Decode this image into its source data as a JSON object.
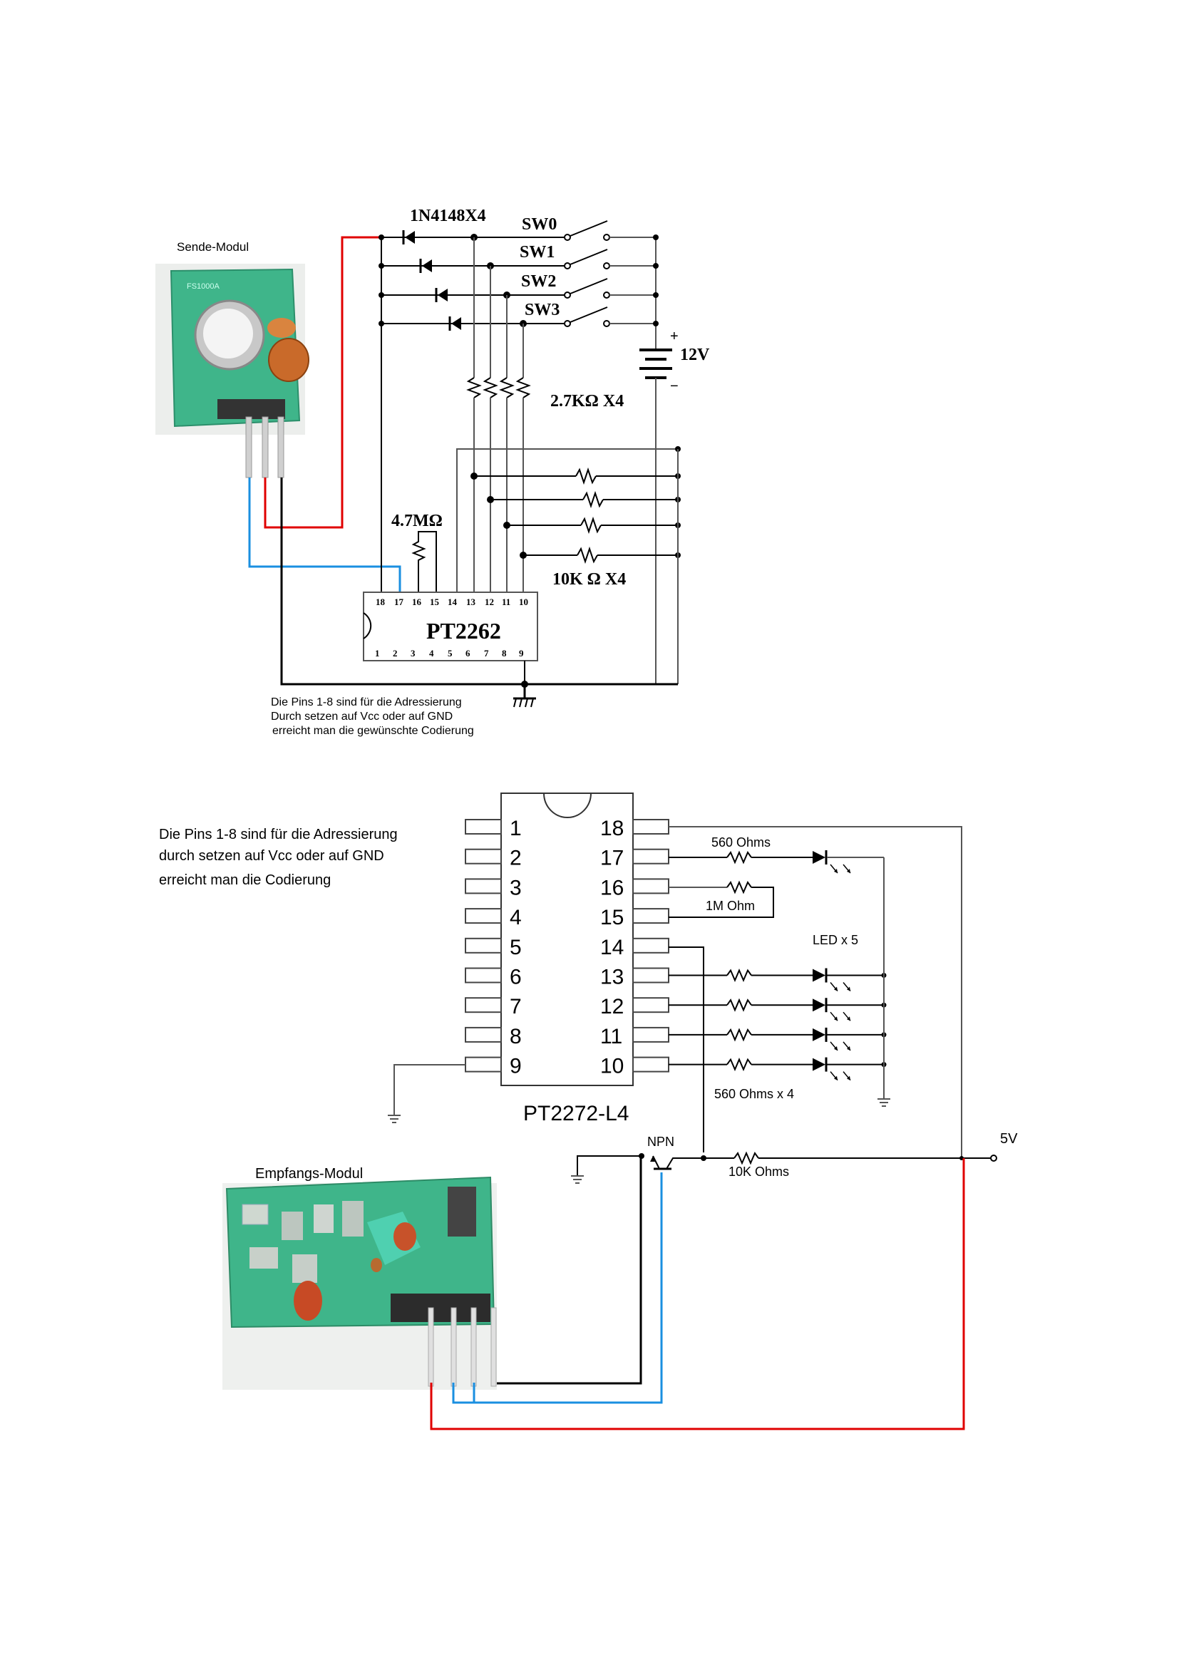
{
  "transmitter": {
    "module_label": "Sende-Modul",
    "diode_label": "1N4148X4",
    "switches": [
      "SW0",
      "SW1",
      "SW2",
      "SW3"
    ],
    "battery_label": "12V",
    "battery_plus": "+",
    "battery_minus": "−",
    "pullup_label": "2.7KΩ X4",
    "pulldown_label": "10K Ω  X4",
    "osc_resistor_label": "4.7MΩ",
    "ic_name": "PT2262",
    "ic_top_pins": [
      "18",
      "17",
      "16",
      "15",
      "14",
      "13",
      "12",
      "11",
      "10"
    ],
    "ic_bottom_pins": [
      "1",
      "2",
      "3",
      "4",
      "5",
      "6",
      "7",
      "8",
      "9"
    ],
    "note_lines": [
      "Die Pins 1-8 sind für die Adressierung",
      "Durch setzen auf Vcc oder auf GND",
      "erreicht man die gewünschte Codierung"
    ]
  },
  "receiver": {
    "note_lines": [
      "Die Pins 1-8 sind für die Adressierung",
      "durch setzen auf Vcc oder auf GND",
      "erreicht man die Codierung"
    ],
    "ic_name": "PT2272-L4",
    "left_pins": [
      "1",
      "2",
      "3",
      "4",
      "5",
      "6",
      "7",
      "8",
      "9"
    ],
    "right_pins": [
      "18",
      "17",
      "16",
      "15",
      "14",
      "13",
      "12",
      "11",
      "10"
    ],
    "r17_label": "560 Ohms",
    "r16_label": "1M Ohm",
    "led_label": "LED x 5",
    "r_group_label": "560 Ohms x 4",
    "transistor_label": "NPN",
    "base_resistor_label": "10K Ohms",
    "supply_label": "5V",
    "module_label": "Empfangs-Modul"
  },
  "colors": {
    "wire_vcc": "#e00000",
    "wire_data": "#1a8fe0",
    "wire_gnd": "#000000",
    "pcb_green": "#3fb58a"
  }
}
